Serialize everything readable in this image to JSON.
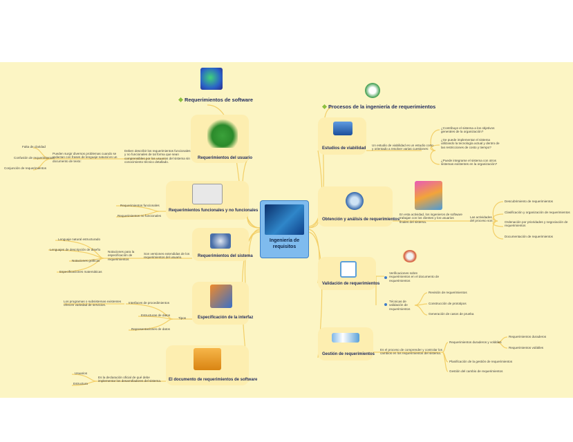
{
  "center": {
    "title": "Ingeniería de requisitos"
  },
  "left": {
    "section_title": "Requerimientos de software",
    "usuario": {
      "title": "Requerimientos del usuario",
      "description": "Deben describir los requerimientos funcionales y no funcionales de tal forma que sean comprensibles por los usuarios del sistema sin conocimiento técnico detallado.",
      "problems": "Pueden surgir diversos problemas cuando se redactan con frases de lenguaje natural en un documento de texto:",
      "issues": [
        "Falta de claridad",
        "Confusión de requerimientos",
        "Conjunción de requerimientos"
      ]
    },
    "funcionales": {
      "title": "Requerimientos funcionales y no funcionales",
      "items": [
        "Requerimientos funcionales",
        "Requerimientos no funcionales"
      ]
    },
    "sistema": {
      "title": "Requerimientos del sistema",
      "description": "Son versiones extendidas de los requerimientos del usuario.",
      "notations": "Notaciones para la especificación de requerimientos",
      "items": [
        "Lenguaje natural estructurado",
        "Lenguajes de descripción de diseño",
        "Notaciones gráficas",
        "Especificaciones matemáticas"
      ]
    },
    "interfaz": {
      "title": "Especificación de la interfaz",
      "tipos": "Tipos",
      "items": [
        "Interfaces de procedimientos",
        "Estructuras de datos",
        "Representaciones de datos"
      ],
      "note": "Los programas o subsistemas existentes ofrecen variedad de servicios."
    },
    "documento": {
      "title": "El documento de requerimientos de software",
      "description": "Es la declaración oficial de qué debe implementar los desarrolladores del sistema.",
      "items": [
        "Usuarios",
        "Estructura"
      ]
    }
  },
  "right": {
    "section_title": "Procesos de la ingeniería de requerimientos",
    "viabilidad": {
      "title": "Estudios de viabilidad",
      "description": "Un estudio de viabilidad es un estudio corto y orientado a resolver varias cuestiones:",
      "questions": [
        "¿Contribuye el sistema a los objetivos generales de la organización?",
        "¿Se puede implementar el sistema utilizando la tecnología actual y dentro de las restricciones de costo y tiempo?",
        "¿Puede integrarse el sistema con otros sistemas existentes en la organización?"
      ]
    },
    "obtencion": {
      "title": "Obtención y análisis de requerimientos",
      "description": "En esta actividad, los ingenieros de software trabajan con los clientes y los usuarios finales del sistema.",
      "activities": "Las actividades del proceso son:",
      "items": [
        "Descubrimiento de requerimientos",
        "Clasificación y organización de requerimientos",
        "Ordenación por prioridades y negociación de requerimientos",
        "Documentación de requerimientos"
      ]
    },
    "validacion": {
      "title": "Validación de requerimientos",
      "verifications": "Verificaciones sobre requerimientos en el documento de requerimientos",
      "techniques": "Técnicas de validación de requerimientos",
      "items": [
        "Revisión de requerimientos",
        "Construcción de prototipos",
        "Generación de casos de prueba"
      ]
    },
    "gestion": {
      "title": "Gestión de requerimientos",
      "description": "Es el proceso de comprender y controlar los cambios en los requerimientos del sistema.",
      "items": [
        "Requerimientos duraderos y volátiles",
        "Planificación de la gestión de requerimientos",
        "Gestión del cambio de requerimientos"
      ],
      "sub_items": [
        "Requerimientos duraderos",
        "Requerimientos volátiles"
      ]
    }
  }
}
